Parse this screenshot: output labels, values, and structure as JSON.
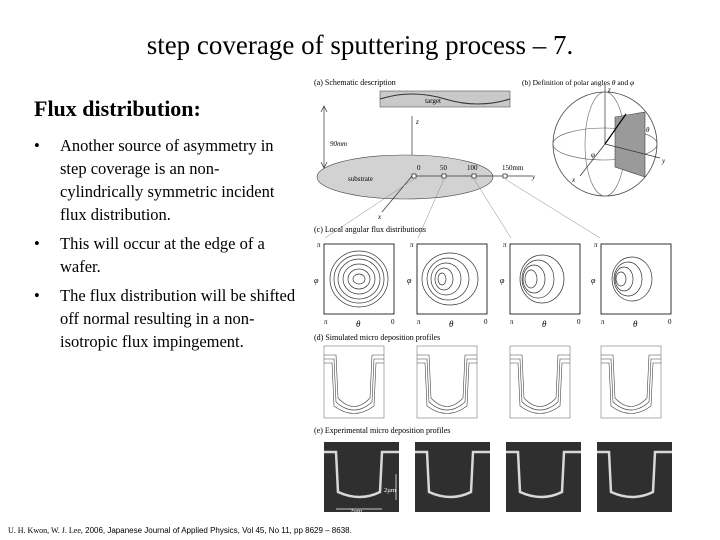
{
  "slide": {
    "title": "step coverage of sputtering process – 7.",
    "heading": "Flux distribution",
    "heading_suffix": ":",
    "bullets": [
      "Another source of asymmetry in step coverage is an non-cylindrically symmetric incident flux distribution.",
      "This will occur at the edge of a wafer.",
      "The flux distribution will be shifted off normal resulting in a non-isotropic flux impingement."
    ],
    "bullet_glyph": "•"
  },
  "figure": {
    "panel_a": "(a) Schematic description",
    "panel_b_prefix": "(b) Definition of polar angles ",
    "panel_b_theta": "θ",
    "panel_b_and": " and ",
    "panel_b_phi": "φ",
    "target": "target",
    "substrate": "substrate",
    "distance": "90mm",
    "axis_z": "z",
    "axis_x": "x",
    "axis_y": "y",
    "positions": [
      "0",
      "50",
      "100",
      "150mm"
    ],
    "panel_c": "(c) Local angular flux distributions",
    "panel_d": "(d) Simulated micro deposition profiles",
    "panel_e": "(e) Experimental micro deposition profiles",
    "pi": "π",
    "zero": "0",
    "theta": "θ",
    "phi": "φ",
    "scale_v": "2µm",
    "scale_h": "2µm"
  },
  "citation": {
    "authors": "U. H. Kwon, W. J. Lee,",
    "rest": " 2006, Japanese Journal of Applied Physics, Vol 45, No 11, pp 8629 – 8638."
  }
}
